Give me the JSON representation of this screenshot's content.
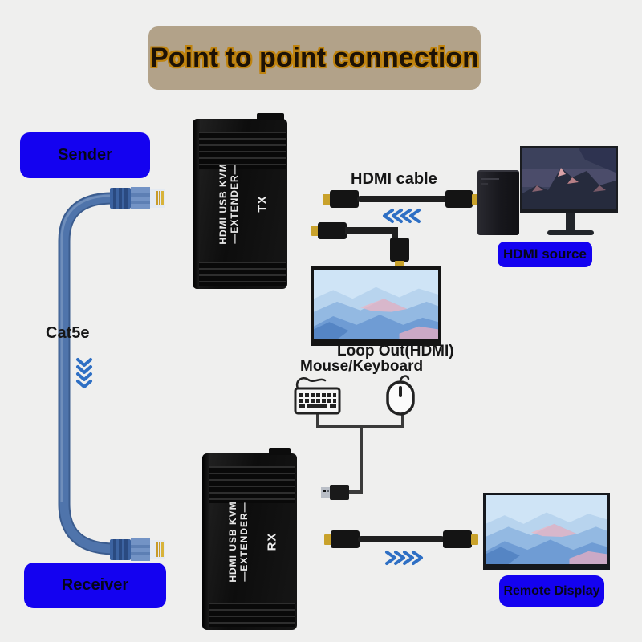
{
  "title": {
    "text": "Point to point connection"
  },
  "nodes": {
    "sender": "Sender",
    "receiver": "Receiver",
    "hdmi_source": "HDMI source",
    "remote_display": "Remote Display"
  },
  "annotations": {
    "hdmi_cable": "HDMI cable",
    "cat5e": "Cat5e",
    "loop_out": "Loop Out(HDMI)",
    "mouse_keyboard": "Mouse/Keyboard"
  },
  "devices": {
    "tx": {
      "name_line1": "HDMI USB KVM",
      "name_line2": "—EXTENDER—",
      "port": "TX"
    },
    "rx": {
      "name_line1": "HDMI USB KVM",
      "name_line2": "—EXTENDER—",
      "port": "RX"
    }
  },
  "icons": {
    "keyboard": "keyboard-icon",
    "mouse": "mouse-icon",
    "usb_plug": "usb-connector-icon",
    "rj45_top": "rj45-connector-icon",
    "rj45_bottom": "rj45-connector-icon",
    "hdmi_plug": "hdmi-connector-icon",
    "chevrons_left": "chevron-left-arrows-icon",
    "chevrons_right": "chevron-right-arrows-icon",
    "chevrons_down": "chevron-down-arrows-icon"
  },
  "colors": {
    "background": "#efefee",
    "banner_bg": "#b2a289",
    "title_text": "#1c1206",
    "title_outline": "#bf830e",
    "label_bg": "#1402f0",
    "label_text": "#06061c",
    "chevron_blue": "#2e6fc4",
    "cable_blue": "#4f74ab",
    "device_body": "#131313",
    "device_text": "#e9e9e9",
    "hdmi_gold": "#c9a22b",
    "annotation_text": "#161616"
  }
}
